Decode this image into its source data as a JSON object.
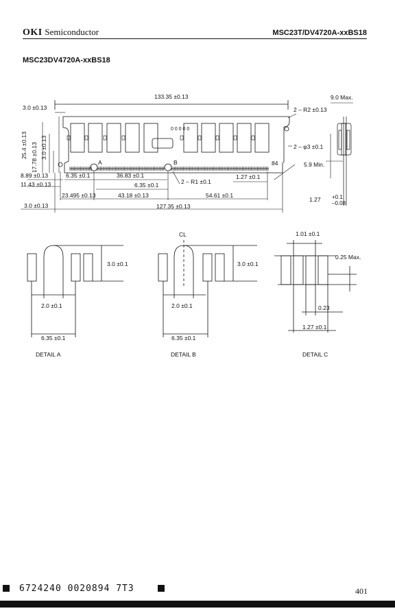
{
  "header": {
    "brand": "OKI",
    "division": "Semiconductor",
    "part_series": "MSC23T/DV4720A-xxBS18"
  },
  "section_title": "MSC23DV4720A-xxBS18",
  "main_drawing": {
    "dims": {
      "overall_length": "133.35 ±0.13",
      "max_thickness": "9.0 Max.",
      "left_edge": "3.0 ±0.13",
      "notch_radius": "2 – R2 ±0.13",
      "height": "25.4 ±0.13",
      "key_height": "17.78 ±0.13",
      "hole_offset_v": "3.0 ±0.13",
      "hole_dia": "2 – φ3 ±0.1",
      "min_height": "5.9 Min.",
      "hole_offset_h": "8.89 ±0.13",
      "pitch_a": "6.35 ±0.1",
      "span_a": "36.83 ±0.1",
      "key_radius": "2 – R1 ±0.1",
      "pin_pitch": "1.27 ±0.1",
      "left_ref": "11.43 ±0.13",
      "pitch_b": "6.35 ±0.1",
      "span_left": "23.495 ±0.13",
      "span_mid": "43.18 ±0.13",
      "span_right": "54.61 ±0.1",
      "left_margin": "3.0 ±0.13",
      "pin_span": "127.35 ±0.13",
      "board_thick": "1.27",
      "tol_plus": "+0.1",
      "tol_minus": "–0.08"
    },
    "labels": {
      "detail_a_marker": "A",
      "detail_b_marker": "B",
      "pin_last": "84",
      "chip_marks": "0 0 0 0 0"
    }
  },
  "detail_a": {
    "height": "3.0 ±0.1",
    "width": "2.0 ±0.1",
    "pitch": "6.35 ±0.1",
    "caption": "DETAIL A"
  },
  "detail_b": {
    "centerline": "CL",
    "height": "3.0 ±0.1",
    "width": "2.0 ±0.1",
    "pitch": "6.35 ±0.1",
    "caption": "DETAIL B"
  },
  "detail_c": {
    "width": "1.01 ±0.1",
    "thickness": "0.25 Max.",
    "gap": "0.23",
    "pitch": "1.27 ±0.1",
    "caption": "DETAIL C"
  },
  "footer": {
    "code": "6724240 0020894 7T3",
    "page": "401"
  }
}
